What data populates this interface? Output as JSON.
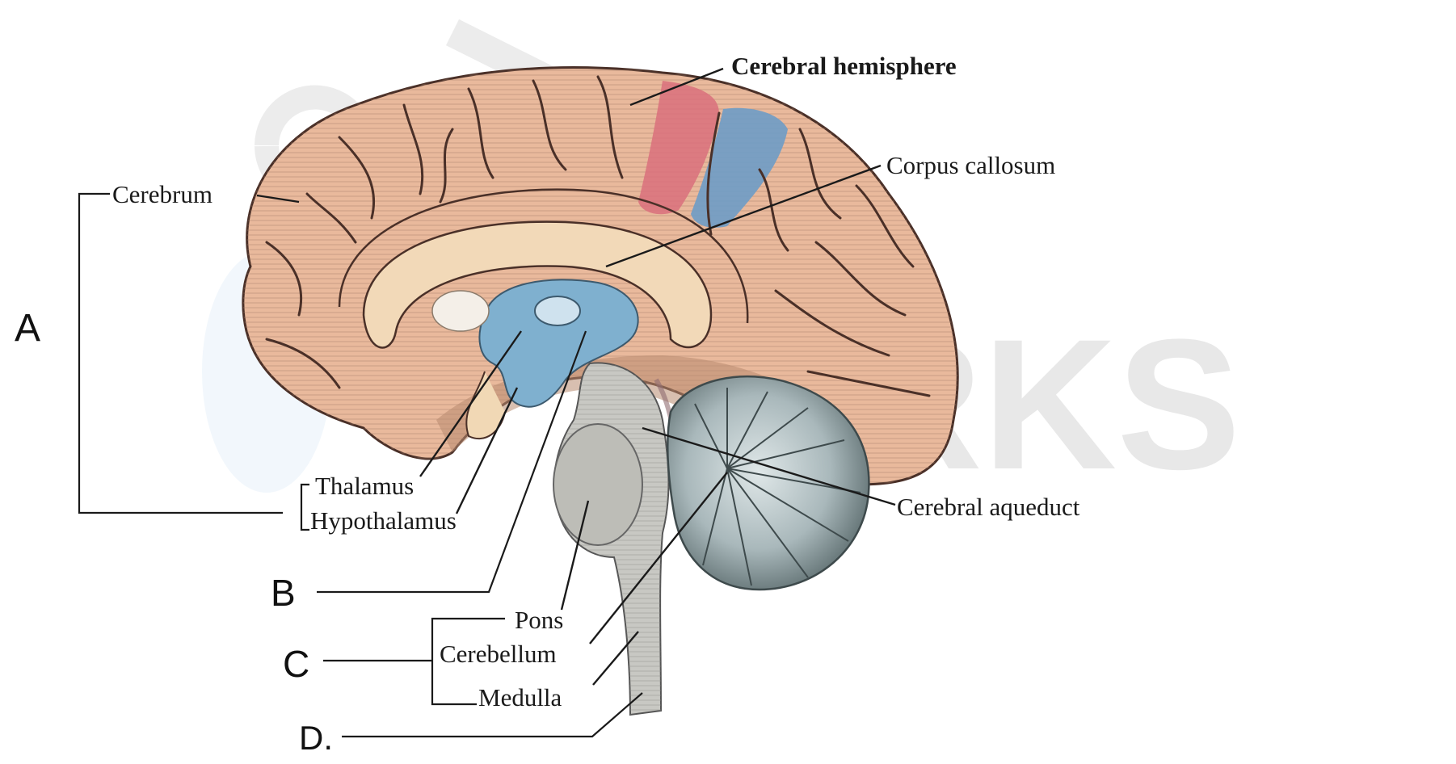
{
  "watermark": {
    "text": "RKS",
    "color": "#e6e6e6"
  },
  "colors": {
    "cortex": "#e9b99c",
    "cortex_dark": "#c98c72",
    "motor_strip": "#d9707c",
    "sensory_strip": "#6e9cc7",
    "ventricle": "#7fb0cf",
    "callosum": "#f2d9b8",
    "brainstem": "#c8c8c3",
    "cerebellum": "#aebcc0",
    "cerebellum_dark": "#5e6e70",
    "outline": "#4a3028",
    "label": "#1a1a1a"
  },
  "labels": {
    "cerebral_hemisphere": "Cerebral hemisphere",
    "corpus_callosum": "Corpus callosum",
    "cerebrum": "Cerebrum",
    "thalamus": "Thalamus",
    "hypothalamus": "Hypothalamus",
    "cerebral_aqueduct": "Cerebral aqueduct",
    "pons": "Pons",
    "cerebellum": "Cerebellum",
    "medulla": "Medulla"
  },
  "handwritten": {
    "a": "A",
    "b": "B",
    "c": "C",
    "d": "D."
  }
}
